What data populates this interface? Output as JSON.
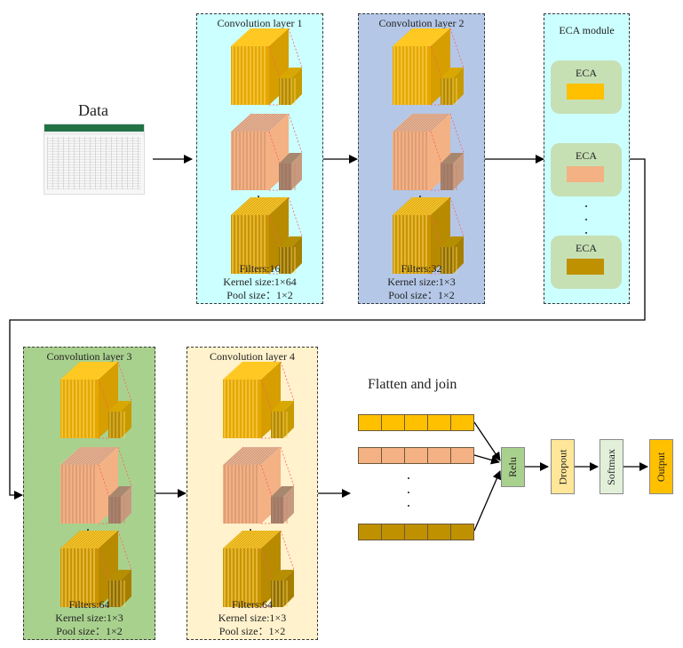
{
  "input": {
    "label": "Data",
    "thumbnail_icon": "spreadsheet-icon"
  },
  "colors": {
    "yellow": "#ffc000",
    "peach": "#f4b183",
    "olive": "#bf9000",
    "panel_cyan": "#ccffff",
    "panel_blue": "#b4c7e7",
    "panel_green": "#a9d18e",
    "panel_cream": "#fff2cc",
    "eca_inner": "#c6e0b4",
    "relu": "#a9d18e",
    "dropout": "#ffe699",
    "softmax": "#e2f0d9",
    "output": "#ffc000"
  },
  "conv_layers": [
    {
      "title": "Convolution layer 1",
      "filters": "Filters:16",
      "kernel": "Kernel size:1×64",
      "pool": "Pool size：1×2"
    },
    {
      "title": "Convolution layer 2",
      "filters": "Filters:32",
      "kernel": "Kernel size:1×3",
      "pool": "Pool size：1×2"
    },
    {
      "title": "Convolution layer 3",
      "filters": "Filters:64",
      "kernel": "Kernel size:1×3",
      "pool": "Pool size：1×2"
    },
    {
      "title": "Convolution layer 4",
      "filters": "Filters:64",
      "kernel": "Kernel size:1×3",
      "pool": "Pool size：1×2"
    }
  ],
  "eca_module": {
    "title": "ECA module",
    "blocks": [
      {
        "label": "ECA",
        "color": "#ffc000"
      },
      {
        "label": "ECA",
        "color": "#f4b183"
      },
      {
        "label": "ECA",
        "color": "#bf9000"
      }
    ]
  },
  "flatten": {
    "title": "Flatten and join",
    "vectors": [
      {
        "color": "#ffc000",
        "cells": 5
      },
      {
        "color": "#f4b183",
        "cells": 5
      },
      {
        "color": "#bf9000",
        "cells": 5
      }
    ]
  },
  "head_layers": [
    {
      "label": "Relu"
    },
    {
      "label": "Dropout"
    },
    {
      "label": "Softmax"
    },
    {
      "label": "Output"
    }
  ]
}
